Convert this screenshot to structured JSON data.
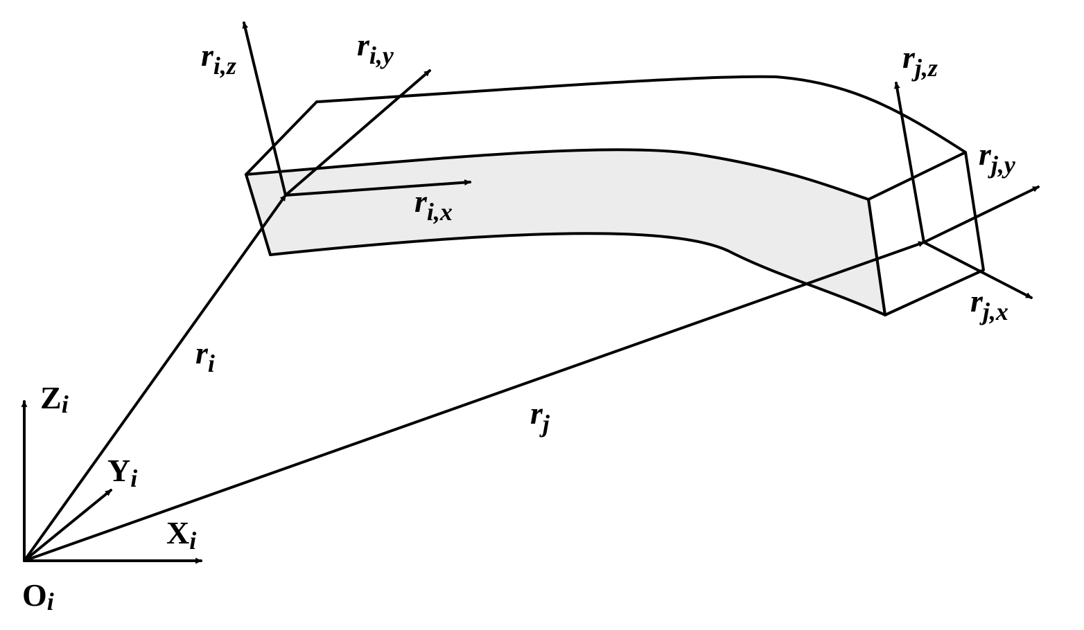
{
  "labels": {
    "origin": {
      "main": "O",
      "sub": "i"
    },
    "global_z": {
      "main": "Z",
      "sub": "i"
    },
    "global_y": {
      "main": "Y",
      "sub": "i"
    },
    "global_x": {
      "main": "X",
      "sub": "i"
    },
    "r_i": {
      "main": "r",
      "sub": "i"
    },
    "r_j": {
      "main": "r",
      "sub": "j"
    },
    "r_i_x": {
      "main": "r",
      "sub": "i,x"
    },
    "r_i_y": {
      "main": "r",
      "sub": "i,y"
    },
    "r_i_z": {
      "main": "r",
      "sub": "i,z"
    },
    "r_j_x": {
      "main": "r",
      "sub": "j,x"
    },
    "r_j_y": {
      "main": "r",
      "sub": "j,y"
    },
    "r_j_z": {
      "main": "r",
      "sub": "j,z"
    }
  },
  "colors": {
    "stroke": "#000000",
    "beam_face_fill": "#ececec",
    "background": "#ffffff"
  }
}
